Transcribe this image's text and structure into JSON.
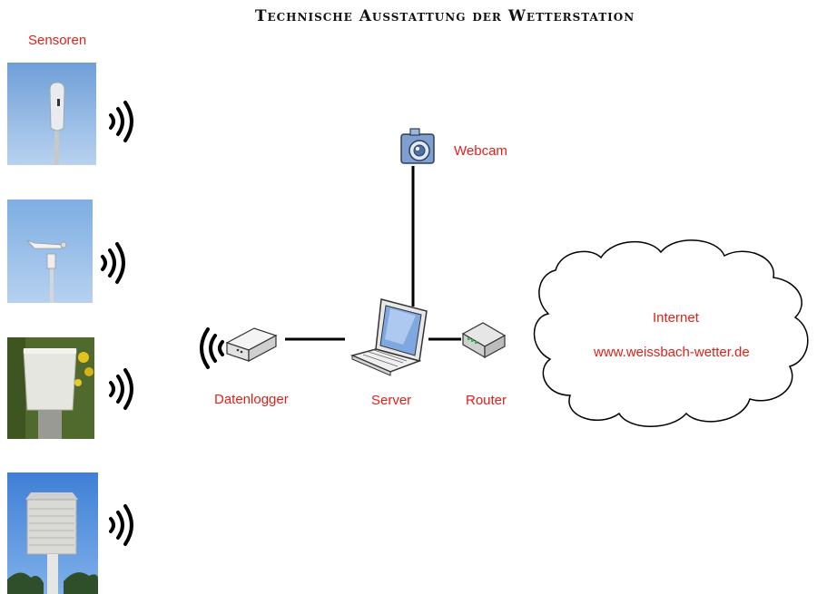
{
  "title": "Technische Ausstattung der Wetterstation",
  "labels": {
    "sensoren": "Sensoren",
    "webcam": "Webcam",
    "datenlogger": "Datenlogger",
    "server": "Server",
    "router": "Router",
    "internet": "Internet",
    "url": "www.weissbach-wetter.de"
  },
  "sensors": [
    {
      "icon": "rain-gauge-sensor-photo"
    },
    {
      "icon": "anemometer-sensor-photo"
    },
    {
      "icon": "precipitation-collector-sensor-photo"
    },
    {
      "icon": "thermo-hygro-screen-sensor-photo"
    }
  ],
  "colors": {
    "label": "#e0201a",
    "sky": "#8fb8e8",
    "line": "#000000"
  }
}
